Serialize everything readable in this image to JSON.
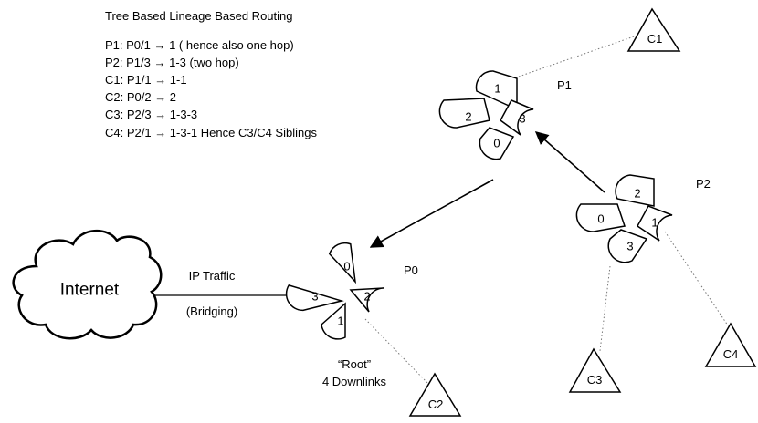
{
  "title": "Tree Based Lineage Based Routing",
  "legend": [
    "P1: P0/1 → 1 ( hence also one hop)",
    "P2: P1/3 → 1-3 (two hop)",
    "C1: P1/1 → 1-1",
    "C2: P0/2 → 2",
    "C3: P2/3 → 1-3-3",
    "C4: P2/1 → 1-3-1  Hence C3/C4 Siblings"
  ],
  "cloud_label": "Internet",
  "link_label_top": "IP Traffic",
  "link_label_bottom": "(Bridging)",
  "root_label_line1": "“Root”",
  "root_label_line2": "4 Downlinks",
  "nodes": {
    "P0": {
      "label": "P0",
      "ports": {
        "top": "0",
        "left": "3",
        "right": "2",
        "bottom": "1"
      }
    },
    "P1": {
      "label": "P1",
      "ports": {
        "top": "1",
        "left": "2",
        "right": "3",
        "bottom": "0"
      }
    },
    "P2": {
      "label": "P2",
      "ports": {
        "top": "2",
        "left": "0",
        "right": "1",
        "bottom": "3"
      }
    }
  },
  "leaves": {
    "C1": "C1",
    "C2": "C2",
    "C3": "C3",
    "C4": "C4"
  }
}
